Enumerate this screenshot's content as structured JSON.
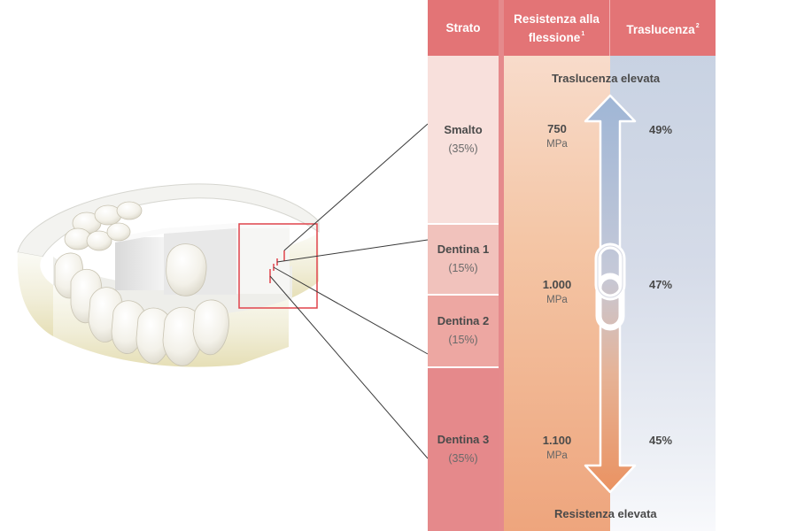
{
  "headers": {
    "strato": "Strato",
    "resistenza": "Resistenza alla",
    "resistenza_line2": "flessione",
    "resistenza_sup": "1",
    "traslucenza": "Traslucenza",
    "traslucenza_sup": "2"
  },
  "layers": [
    {
      "name": "Smalto",
      "percent": "(35%)",
      "strength": "750",
      "unit": "MPa",
      "translucency": "49%"
    },
    {
      "name": "Dentina 1",
      "percent": "(15%)"
    },
    {
      "name": "Dentina 2",
      "percent": "(15%)",
      "strength": "1.000",
      "unit": "MPa",
      "translucency": "47%"
    },
    {
      "name": "Dentina 3",
      "percent": "(35%)",
      "strength": "1.100",
      "unit": "MPa",
      "translucency": "45%"
    }
  ],
  "captions": {
    "top": "Traslucenza elevata",
    "bottom": "Resistenza elevata"
  },
  "icons": {
    "arrow": "double-arrow-icon",
    "chain": "chain-link-icon"
  },
  "colors": {
    "header": "#e37476",
    "smalto": "#f8e0dc",
    "dentina1": "#f1c2bc",
    "dentina2": "#eda7a2",
    "dentina3": "#e5898b",
    "zoom_box": "#e0444c"
  }
}
